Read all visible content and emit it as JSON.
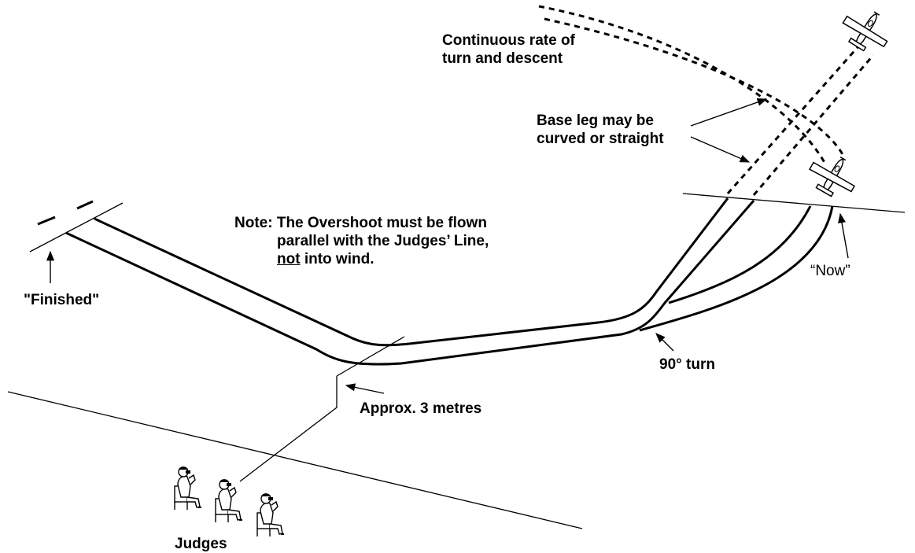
{
  "labels": {
    "continuous_line1": "Continuous rate of",
    "continuous_line2": "turn and descent",
    "base_leg_line1": "Base leg may be",
    "base_leg_line2": "curved or straight",
    "note_prefix": "Note:",
    "note_line1": "The Overshoot must be flown",
    "note_line2": "parallel with the Judges’ Line,",
    "note_not": "not",
    "note_line3_rest": " into wind.",
    "finished": "\"Finished\"",
    "now": "“Now”",
    "turn": "90°  turn",
    "approx": "Approx. 3 metres",
    "judges": "Judges"
  },
  "icons": [
    "aircraft-icon",
    "judge-figure-icon"
  ],
  "colors": {
    "ink": "#000000",
    "background": "#ffffff"
  }
}
